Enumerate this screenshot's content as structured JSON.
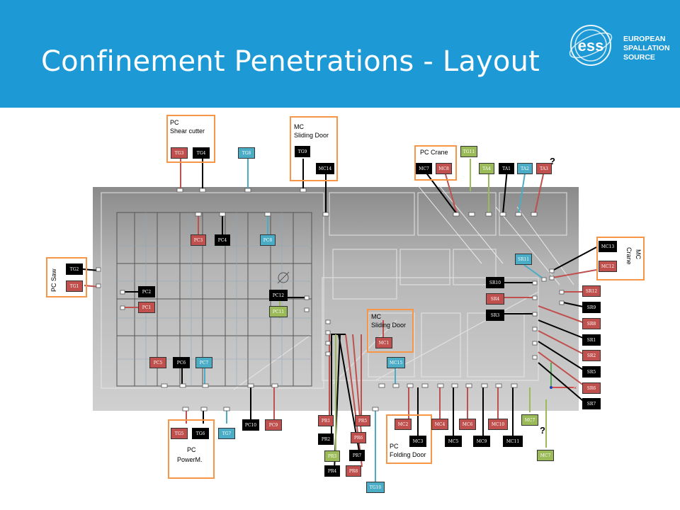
{
  "slide": {
    "title": "Confinement Penetrations - Layout"
  },
  "logo": {
    "mark": "ess",
    "line1": "EUROPEAN",
    "line2": "SPALLATION",
    "line3": "SOURCE"
  },
  "groups": {
    "pc_shear_line1": "PC",
    "pc_shear_line2": "Shear cutter",
    "mc_sliding_top_line1": "MC",
    "mc_sliding_top_line2": "Sliding Door",
    "pc_crane": "PC Crane",
    "mc_crane_line1": "MC",
    "mc_crane_line2": "Crane",
    "pc_saw": "PC Saw",
    "mc_sliding_mid_line1": "MC",
    "mc_sliding_mid_line2": "Sliding Door",
    "pc_powerm_line1": "PC",
    "pc_powerm_line2": "PowerM.",
    "pc_folding_line1": "PC",
    "pc_folding_line2": "Folding Door"
  },
  "question_mark": "?",
  "tags": {
    "TG3": "TG3",
    "TG4": "TG4",
    "TG8": "TG8",
    "TG9": "TG9",
    "MC14": "MC14",
    "MC7": "MC7",
    "MC8": "MC8",
    "TG11": "TG11",
    "TA4": "TA4",
    "TA1": "TA1",
    "TA2": "TA2",
    "TA3": "TA3",
    "MC13": "MC13",
    "MC12": "MC12",
    "TG2": "TG2",
    "TG1": "TG1",
    "PC3": "PC3",
    "PC4": "PC4",
    "PC8": "PC8",
    "PC2": "PC2",
    "PC1": "PC1",
    "PC12": "PC12",
    "PC11": "PC11",
    "SR11": "SR11",
    "SR10": "SR10",
    "SR4": "SR4",
    "SR3": "SR3",
    "SR12": "SR12",
    "SR9": "SR9",
    "SR8": "SR8",
    "SR1": "SR1",
    "SR2": "SR2",
    "SR5": "SR5",
    "SR6": "SR6",
    "SR7": "SR7",
    "MC1": "MC1",
    "MC15": "MC15",
    "PC5": "PC5",
    "PC6": "PC6",
    "PC7": "PC7",
    "TG5": "TG5",
    "TG6": "TG6",
    "TG7": "TG7",
    "PC10": "PC10",
    "PC9": "PC9",
    "PR1": "PR1",
    "PR2": "PR2",
    "PR3": "PR3",
    "PR4": "PR4",
    "PR5": "PR5",
    "PR6": "PR6",
    "PR7": "PR7",
    "PR8": "PR8",
    "TG10": "TG10",
    "MC2": "MC2",
    "MC3": "MC3",
    "MC4": "MC4",
    "MC6": "MC6",
    "MC10": "MC10",
    "MC5": "MC5",
    "MC9": "MC9",
    "MC11": "MC11",
    "MC7b": "MC7",
    "MC7c": "MC7"
  },
  "colors": {
    "header": "#1d9ad6",
    "frame": "#f79646",
    "red": "#c0504d",
    "blue": "#4bacc6",
    "green": "#9bbb59",
    "black": "#000000"
  }
}
